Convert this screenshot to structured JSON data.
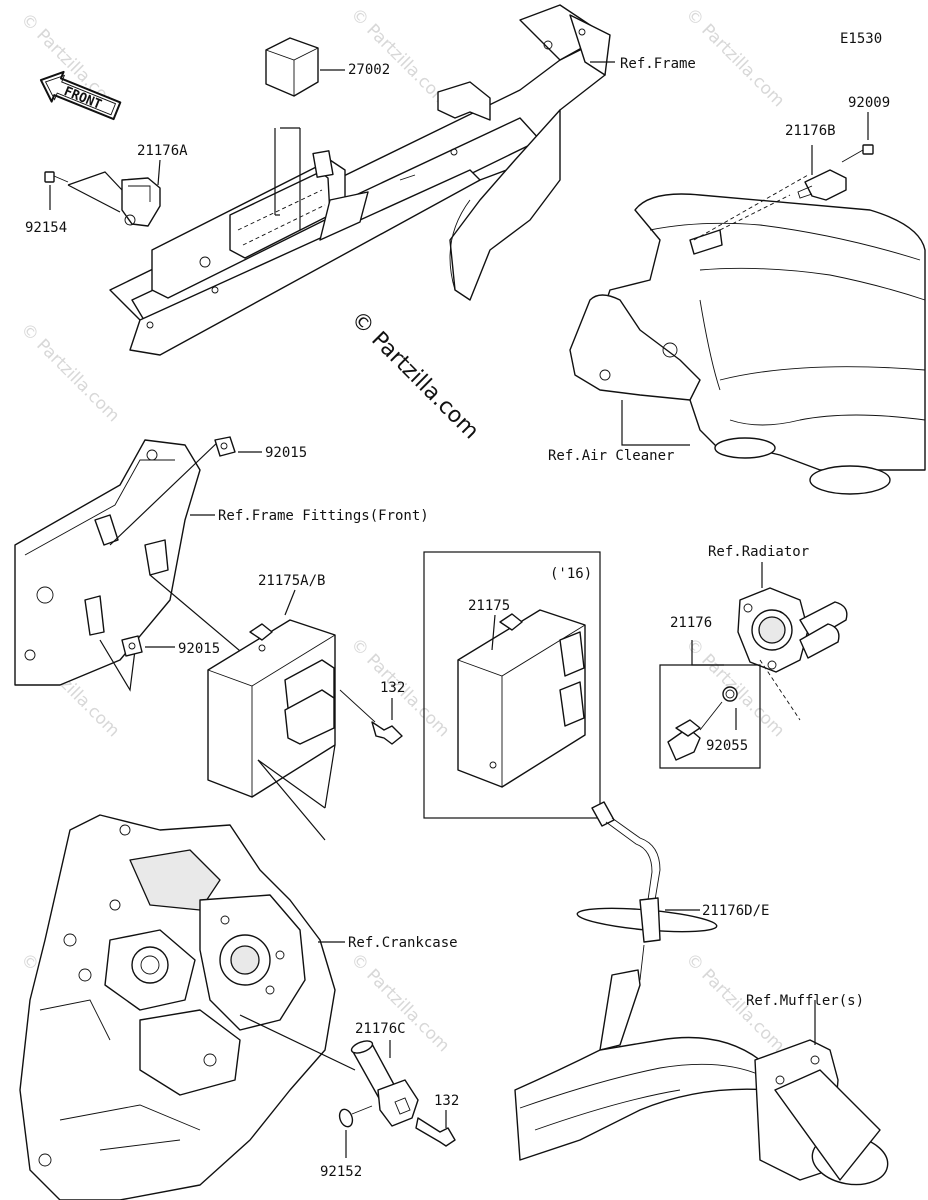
{
  "diagram_code": "E1530",
  "copyright": "© Partzilla.com",
  "watermark": "© Partzilla.com",
  "front_arrow_label": "FRONT",
  "group_box_label": "('16)",
  "parts": {
    "p27002": "27002",
    "p21176A": "21176A",
    "p92154": "92154",
    "p92009": "92009",
    "p21176B": "21176B",
    "p92015_top": "92015",
    "p92015_bottom": "92015",
    "p21175AB": "21175A/B",
    "p132_upper": "132",
    "p21175": "21175",
    "p21176": "21176",
    "p92055": "92055",
    "p21176DE": "21176D/E",
    "p21176C": "21176C",
    "p132_lower": "132",
    "p92152": "92152"
  },
  "references": {
    "frame": "Ref.Frame",
    "air_cleaner": "Ref.Air Cleaner",
    "frame_fittings": "Ref.Frame Fittings(Front)",
    "radiator": "Ref.Radiator",
    "crankcase": "Ref.Crankcase",
    "mufflers": "Ref.Muffler(s)"
  }
}
